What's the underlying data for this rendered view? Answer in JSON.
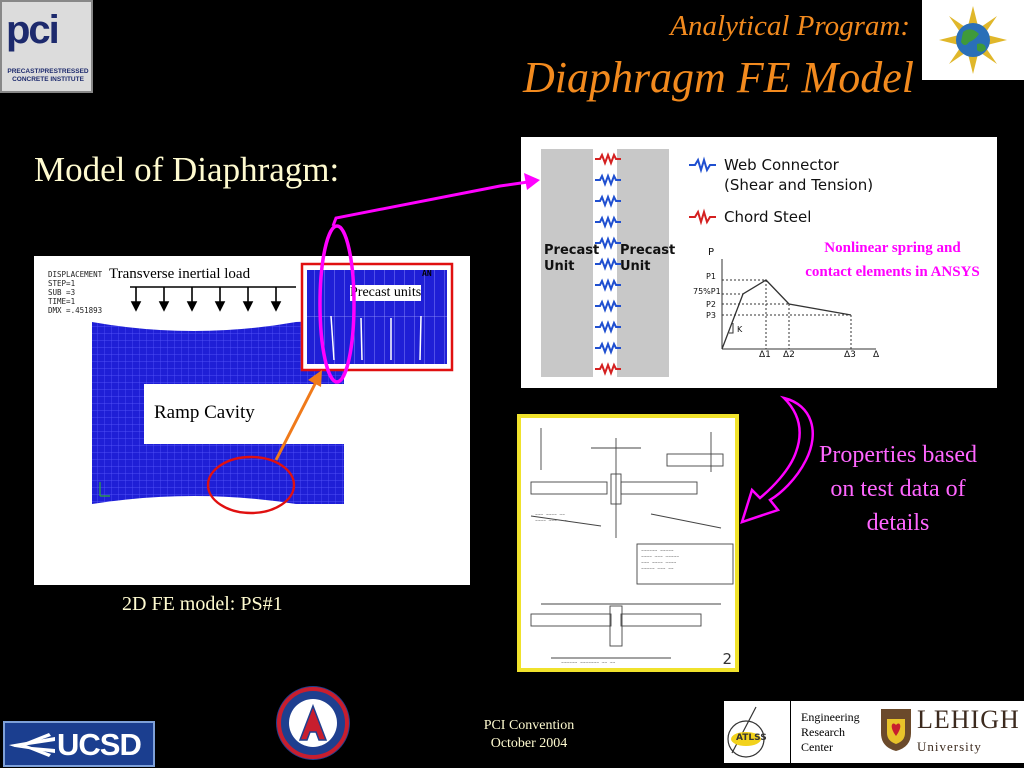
{
  "title": {
    "line1": "Analytical Program:",
    "line2": "Diaphragm FE Model"
  },
  "subtitle": "Model of Diaphragm:",
  "logos": {
    "pci_mark": "pci",
    "pci_sub": "PRECAST/PRESTRESSED CONCRETE INSTITUTE",
    "ucsd": "UCSD",
    "erc": [
      "Engineering",
      "Research",
      "Center"
    ],
    "lehigh_name": "LEHIGH",
    "lehigh_sub": "University",
    "atlss": "ATLSS"
  },
  "fe_model": {
    "readout": [
      "DISPLACEMENT",
      "STEP=1",
      "SUB =3",
      "TIME=1",
      "DMX =.451893"
    ],
    "load_label": "Transverse inertial load",
    "precast_label": "Precast units",
    "ramp_label": "Ramp Cavity",
    "inset_tag": "AN",
    "caption": "2D FE model: PS#1"
  },
  "connector": {
    "legend_web": "Web Connector",
    "legend_web_sub": "(Shear and Tension)",
    "legend_chord": "Chord Steel",
    "unit_left": [
      "Precast",
      "Unit"
    ],
    "unit_right": [
      "Precast",
      "Unit"
    ],
    "graph_y_labels": [
      "P",
      "P1",
      "75%P1",
      "P2",
      "P3"
    ],
    "graph_x_labels": [
      "Δ1",
      "Δ2",
      "Δ3",
      "Δ"
    ],
    "graph_k": "K",
    "nonlinear_label": "Nonlinear spring and contact elements in ANSYS"
  },
  "detail_page_number": "2",
  "properties_label": "Properties based on test data of details",
  "footer": {
    "line1": "PCI Convention",
    "line2": "October 2004"
  },
  "colors": {
    "title": "#f28a1e",
    "body_text": "#fffbd0",
    "magenta": "#ff00ff",
    "pink": "#ff66ff",
    "mesh_blue": "#1f1fd6",
    "highlight_red": "#e01010",
    "arrow_orange": "#f07a1a"
  }
}
